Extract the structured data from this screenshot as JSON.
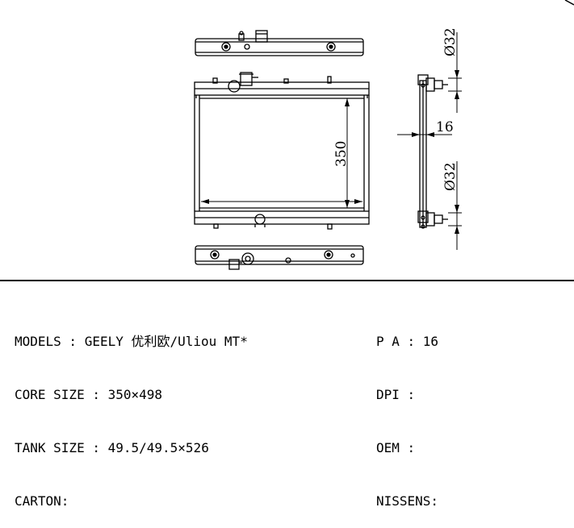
{
  "drawing": {
    "dims": {
      "core_height": "350",
      "pipe_top": "Ø32",
      "pipe_bottom": "Ø32",
      "thickness": "16"
    }
  },
  "specs": {
    "models": "MODELS : GEELY 优利欧/Uliou MT*",
    "core_size": "CORE SIZE : 350×498",
    "tank_size": "TANK SIZE : 49.5/49.5×526",
    "carton": "CARTON:",
    "pa": "P A : 16",
    "dpi": "DPI :",
    "oem": "OEM :",
    "nissens": "NISSENS:"
  }
}
